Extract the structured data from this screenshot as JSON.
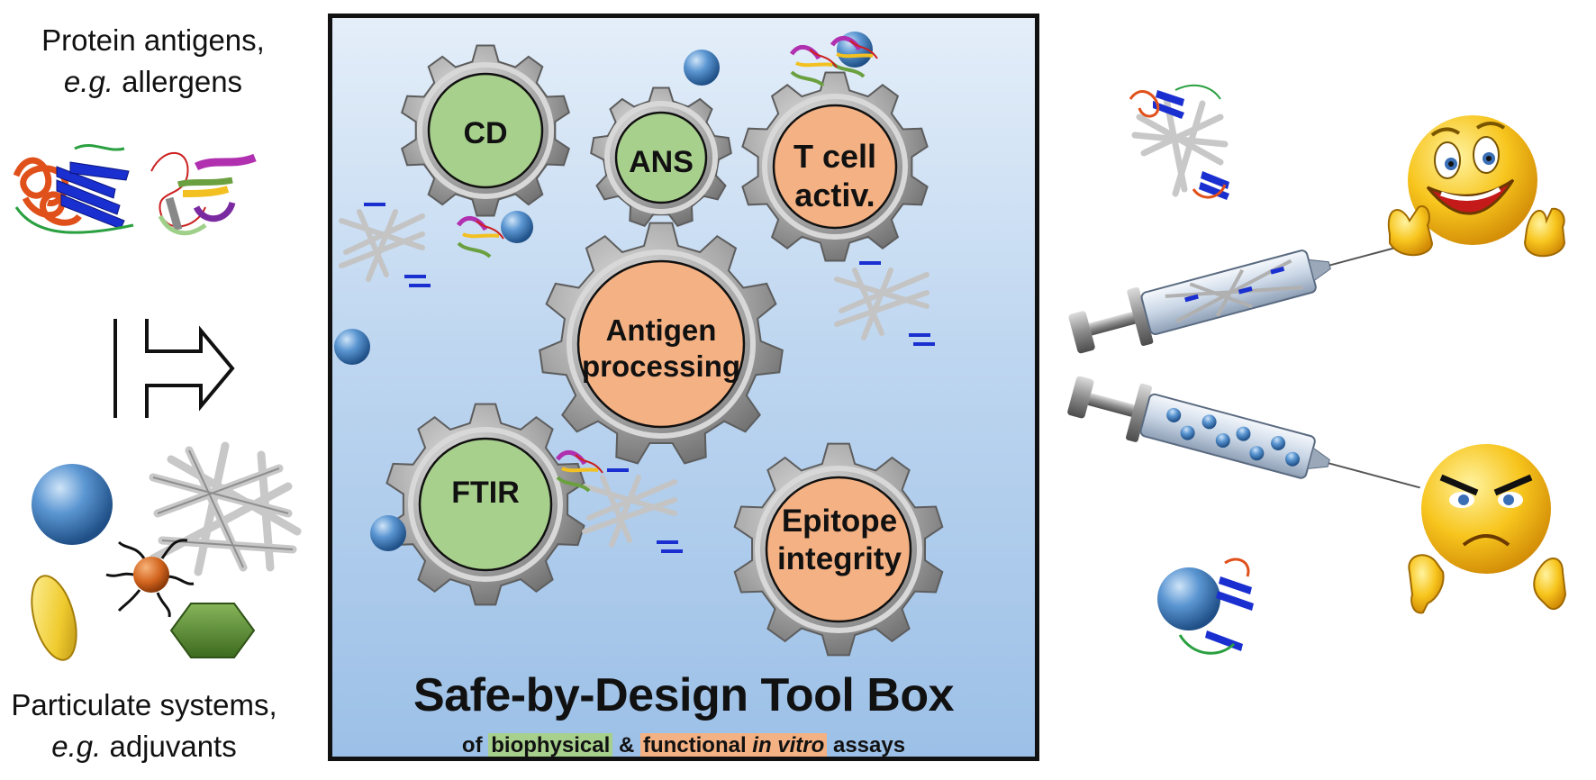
{
  "left": {
    "top_label_line1": "Protein antigens,",
    "top_label_line2_italic": "e.g.",
    "top_label_line2_rest": " allergens",
    "bottom_label_line1": "Particulate systems,",
    "bottom_label_line2_italic": "e.g.",
    "bottom_label_line2_rest": " adjuvants"
  },
  "toolbox": {
    "title": "Safe-by-Design Tool Box",
    "subtitle_prefix": "of ",
    "subtitle_biophysical": "biophysical",
    "subtitle_amp": " & ",
    "subtitle_functional": "functional ",
    "subtitle_invitro": "in vitro",
    "subtitle_suffix": " assays",
    "gears": {
      "cd": "CD",
      "ans": "ANS",
      "tcell_line1": "T cell",
      "tcell_line2": "activ.",
      "antigen_line1": "Antigen",
      "antigen_line2": "processing",
      "ftir": "FTIR",
      "epitope_line1": "Epitope",
      "epitope_line2": "integrity"
    }
  },
  "colors": {
    "biophysical_green": "#a8d08d",
    "functional_orange": "#f4b183",
    "box_border": "#111111",
    "gear_grey": "#9a9a9a",
    "sphere_blue": "#4a86c5",
    "emoji_yellow": "#f6c21a"
  },
  "icons": {
    "arrow": "implies-arrow-icon",
    "happy": "happy-thumbs-up-emoji-icon",
    "angry": "angry-thumbs-down-emoji-icon",
    "syringe": "syringe-icon"
  }
}
